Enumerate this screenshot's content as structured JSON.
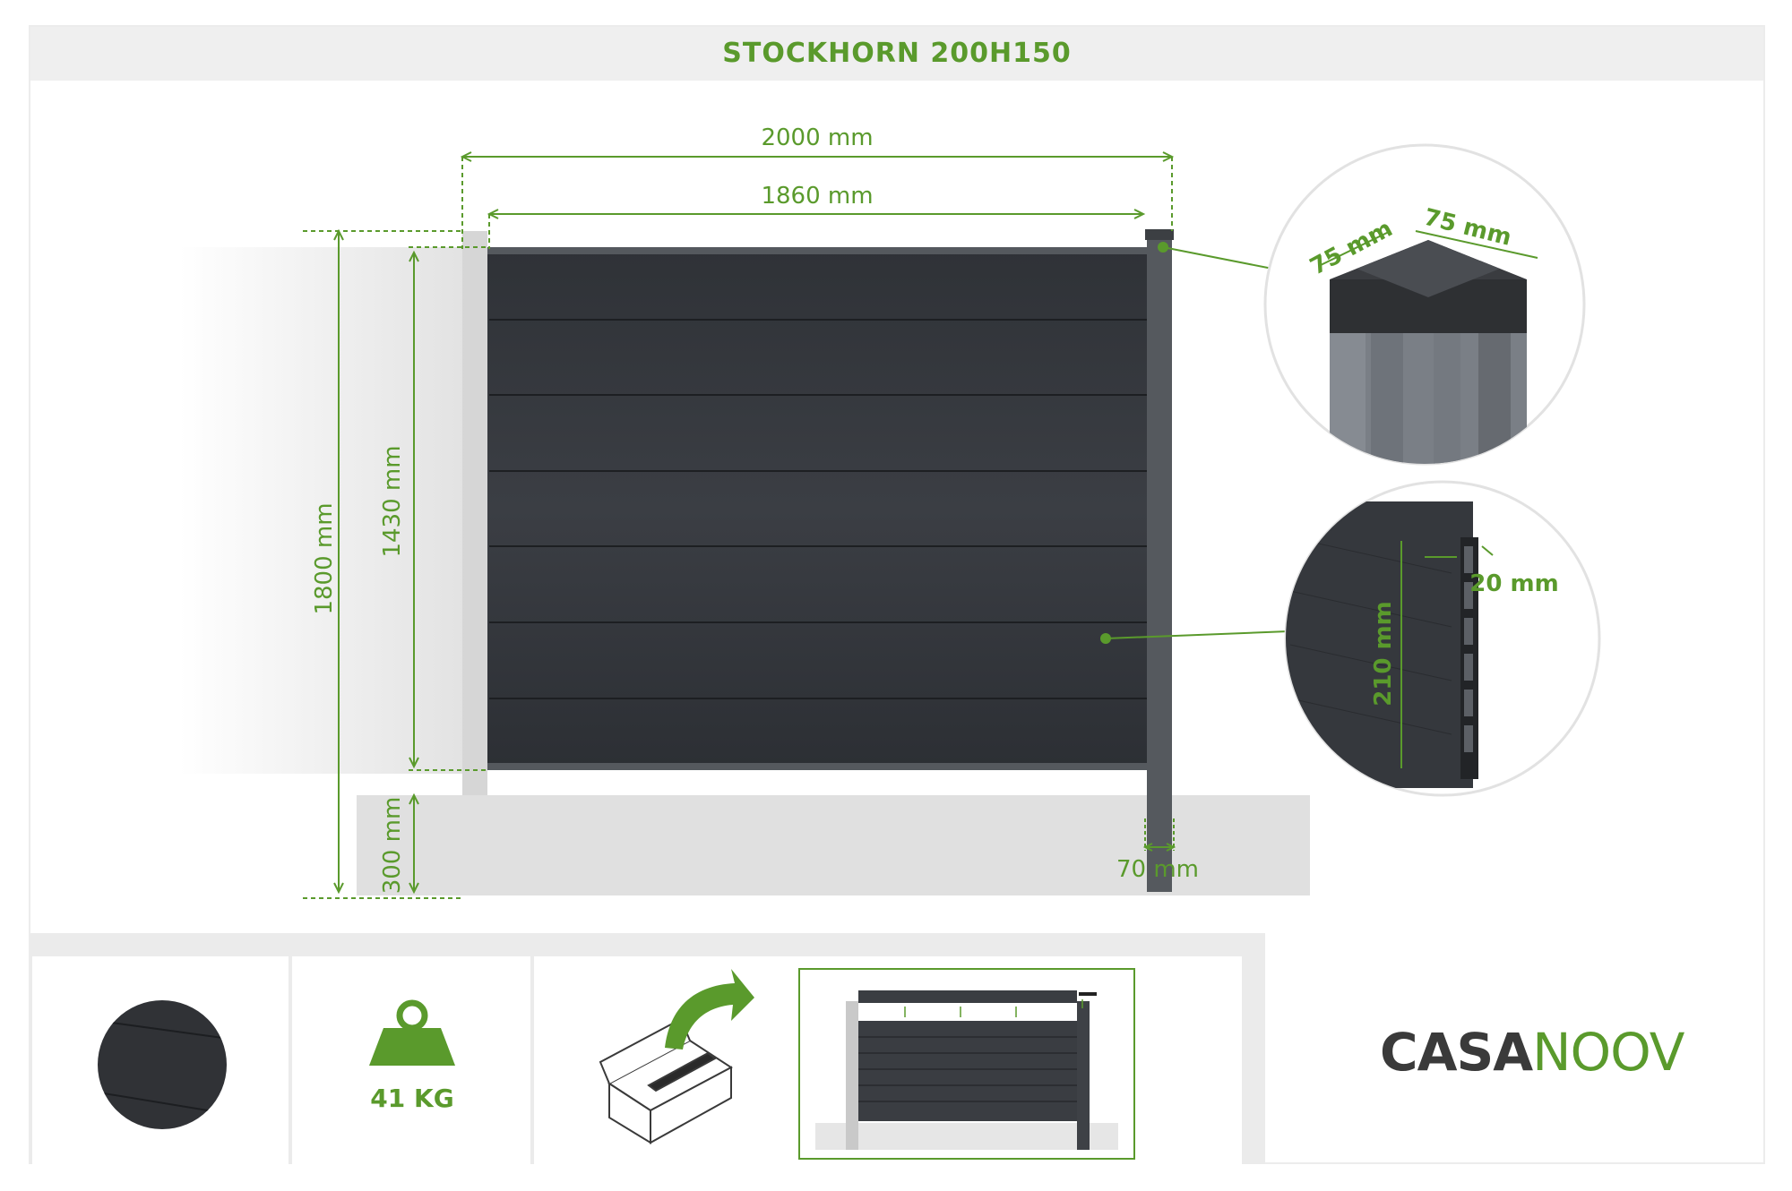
{
  "title": "STOCKHORN 200H150",
  "dimensions": {
    "total_width": "2000 mm",
    "panel_width": "1860 mm",
    "total_height": "1800 mm",
    "panel_height": "1430 mm",
    "ground_depth": "300 mm",
    "post_width": "70 mm",
    "post_cap_a": "75 mm",
    "post_cap_b": "75 mm",
    "board_height": "210 mm",
    "board_thickness": "20 mm"
  },
  "features": {
    "weight": "41 KG"
  },
  "brand": {
    "part1": "CASA",
    "part2": "NOOV"
  },
  "colors": {
    "accent": "#5a9a2c",
    "panel": "#3a3d42",
    "post": "#55595e",
    "ground": "#e0e0e0"
  }
}
